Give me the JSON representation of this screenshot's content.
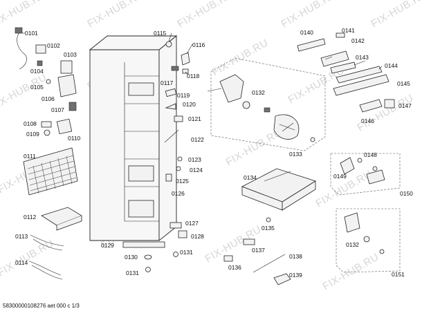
{
  "labels": {
    "p0101": "0101",
    "p0102": "0102",
    "p0103": "0103",
    "p0104": "0104",
    "p0105": "0105",
    "p0106": "0106",
    "p0107": "0107",
    "p0108": "0108",
    "p0109": "0109",
    "p0110": "0110",
    "p0111": "0111",
    "p0112": "0112",
    "p0113": "0113",
    "p0114": "0114",
    "p0115": "0115",
    "p0116": "0116",
    "p0117": "0117",
    "p0118": "0118",
    "p0119": "0119",
    "p0120": "0120",
    "p0121": "0121",
    "p0122": "0122",
    "p0123": "0123",
    "p0124": "0124",
    "p0125": "0125",
    "p0126": "0126",
    "p0127": "0127",
    "p0128": "0128",
    "p0129": "0129",
    "p0130": "0130",
    "p0131a": "0131",
    "p0131b": "0131",
    "p0132a": "0132",
    "p0132b": "0132",
    "p0133": "0133",
    "p0134": "0134",
    "p0135": "0135",
    "p0136": "0136",
    "p0137": "0137",
    "p0138": "0138",
    "p0139": "0139",
    "p0140": "0140",
    "p0141": "0141",
    "p0142": "0142",
    "p0143": "0143",
    "p0144": "0144",
    "p0145": "0145",
    "p0146": "0146",
    "p0147": "0147",
    "p0148": "0148",
    "p0149": "0149",
    "p0150": "0150",
    "p0151": "0151"
  },
  "footer": "58300000108276 aet 000 c 1/3",
  "watermark": "FIX-HUB.RU"
}
